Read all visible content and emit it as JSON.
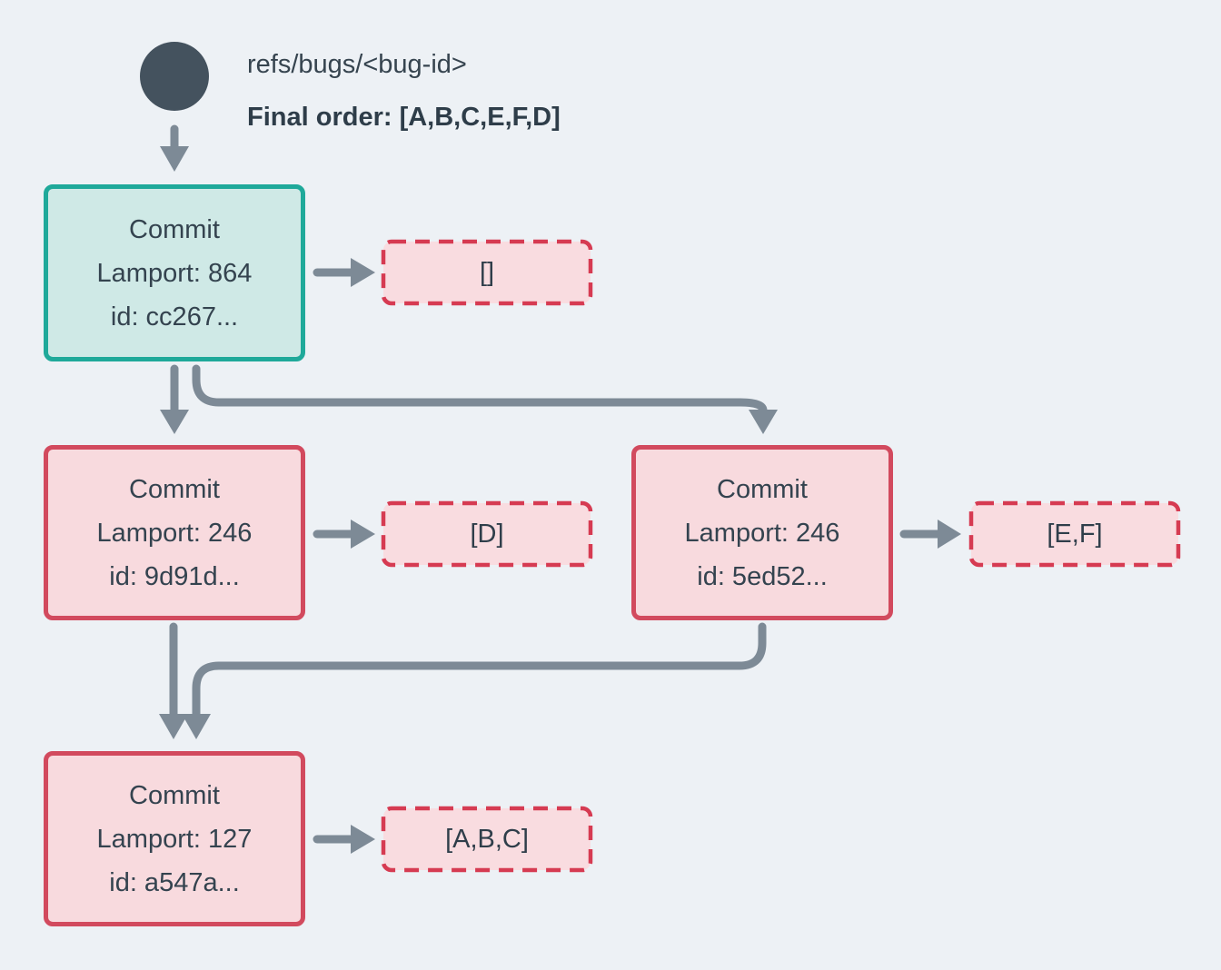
{
  "colors": {
    "background": "#edf1f5",
    "ref_node": "#44525e",
    "text": "#34434f",
    "arrow": "#7d8a96",
    "teal_border": "#1fa99a",
    "teal_fill": "#cfe9e6",
    "red_border": "#d24a5e",
    "pink_fill": "#f8dade",
    "dashed_border": "#d63b52",
    "dashed_fill": "#f9dce0"
  },
  "header": {
    "ref_label": "refs/bugs/<bug-id>",
    "final_order": "Final order: [A,B,C,E,F,D]"
  },
  "commits": [
    {
      "title": "Commit",
      "lamport": "Lamport: 864",
      "id": "id: cc267...",
      "operations": "[]"
    },
    {
      "title": "Commit",
      "lamport": "Lamport: 246",
      "id": "id: 9d91d...",
      "operations": "[D]"
    },
    {
      "title": "Commit",
      "lamport": "Lamport: 246",
      "id": "id: 5ed52...",
      "operations": "[E,F]"
    },
    {
      "title": "Commit",
      "lamport": "Lamport: 127",
      "id": "id: a547a...",
      "operations": "[A,B,C]"
    }
  ]
}
